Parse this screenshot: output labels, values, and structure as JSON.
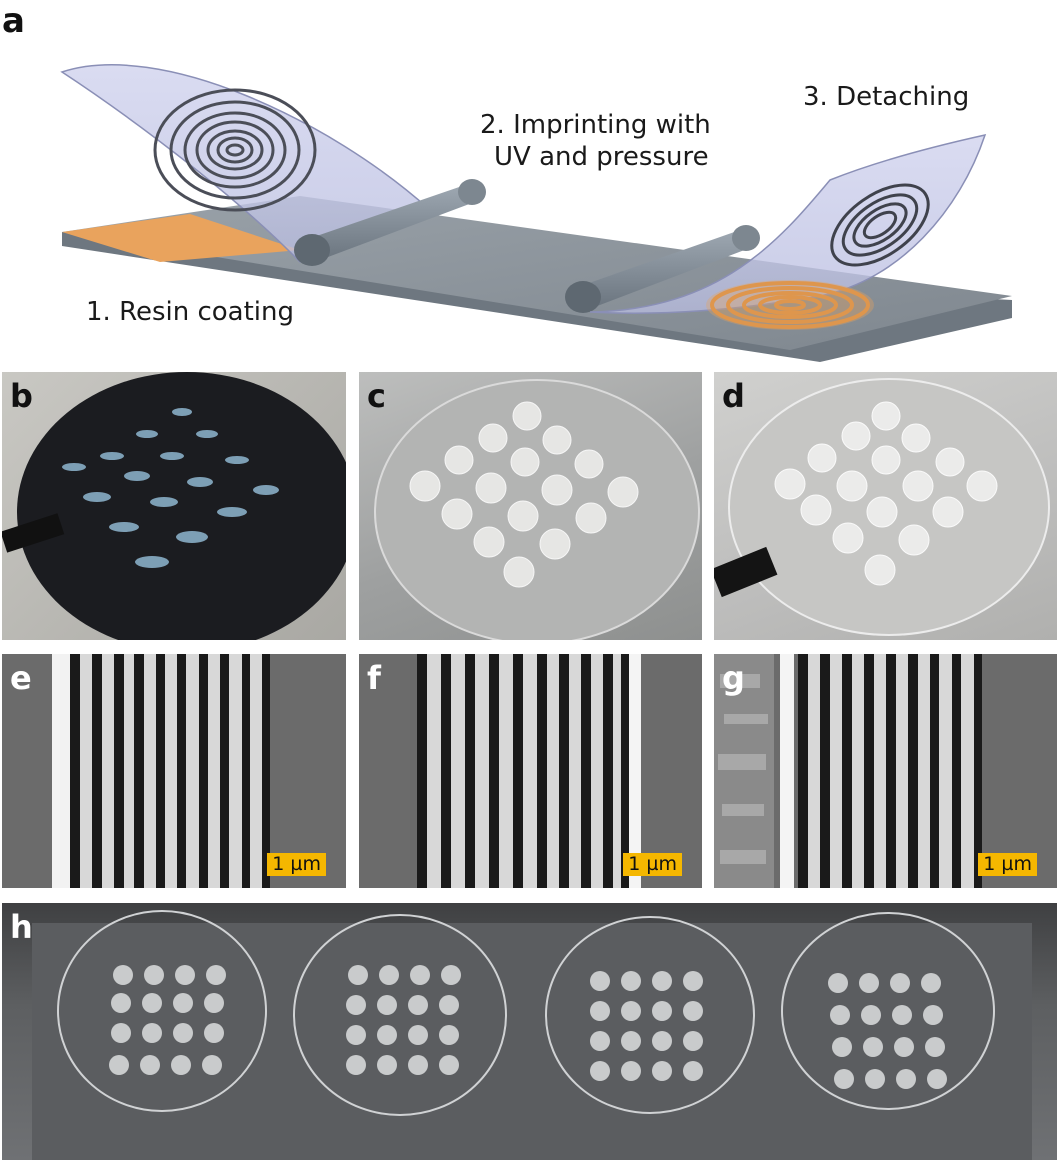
{
  "panels": {
    "a": {
      "letter": "a",
      "steps": {
        "step1": "1. Resin coating",
        "step2_line1": "2. Imprinting with",
        "step2_line2": "UV and pressure",
        "step3": "3. Detaching"
      }
    },
    "b": {
      "letter": "b"
    },
    "c": {
      "letter": "c"
    },
    "d": {
      "letter": "d"
    },
    "e": {
      "letter": "e",
      "scalebar": "1 µm"
    },
    "f": {
      "letter": "f",
      "scalebar": "1 µm"
    },
    "g": {
      "letter": "g",
      "scalebar": "1 µm"
    },
    "h": {
      "letter": "h"
    }
  },
  "colors": {
    "resin_orange": "#e9a35d",
    "substrate_gray": "#8c959d",
    "film_lavender": "#c5c8e8",
    "scalebar_yellow": "#f5b700"
  }
}
